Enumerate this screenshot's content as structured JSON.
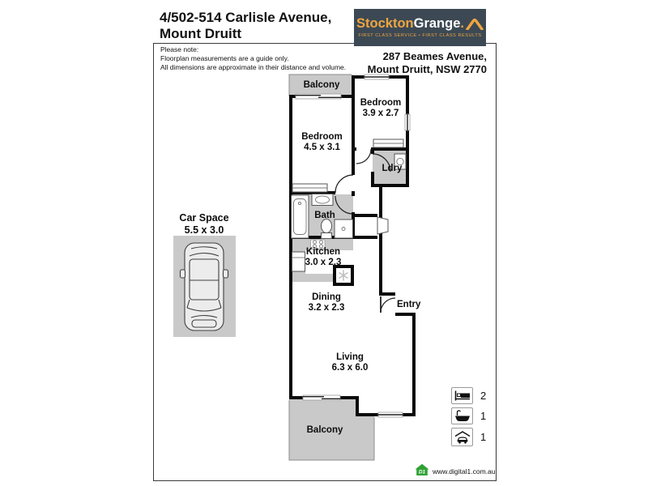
{
  "title": {
    "line1": "4/502-514 Carlisle Avenue,",
    "line2": "Mount Druitt"
  },
  "brand": {
    "name_gold": "Stockton",
    "name_white": "Grange",
    "period": ".",
    "tagline": "FIRST CLASS SERVICE • FIRST CLASS RESULTS"
  },
  "note": {
    "line1": "Please note:",
    "line2": "Floorplan measurements are a guide only.",
    "line3": "All dimensions are approximate in their distance and volume."
  },
  "address": {
    "line1": "287 Beames Avenue,",
    "line2": "Mount Druitt, NSW 2770"
  },
  "rooms": {
    "balcony_top": {
      "name": "Balcony"
    },
    "bedroom_second": {
      "name": "Bedroom",
      "dims": "3.9 x 2.7"
    },
    "bedroom_main": {
      "name": "Bedroom",
      "dims": "4.5 x 3.1"
    },
    "laundry": {
      "name": "Ldry"
    },
    "bath": {
      "name": "Bath"
    },
    "kitchen": {
      "name": "Kitchen",
      "dims": "3.0 x 2.3"
    },
    "dining": {
      "name": "Dining",
      "dims": "3.2 x 2.3"
    },
    "entry": {
      "name": "Entry"
    },
    "living": {
      "name": "Living",
      "dims": "6.3 x 6.0"
    },
    "balcony_bottom": {
      "name": "Balcony"
    },
    "car_space": {
      "name": "Car Space",
      "dims": "5.5 x 3.0"
    }
  },
  "legend": [
    {
      "icon": "bed-icon",
      "count": "2"
    },
    {
      "icon": "bath-icon",
      "count": "1"
    },
    {
      "icon": "car-icon",
      "count": "1"
    }
  ],
  "credit": {
    "logo": "D1",
    "website": "www.digital1.com.au"
  },
  "colors": {
    "brand_bg": "#3c4954",
    "brand_gold": "#efa53f",
    "wall": "#0a0a0a",
    "area_gray": "#c9c9c9",
    "credit_green": "#2fa235"
  }
}
